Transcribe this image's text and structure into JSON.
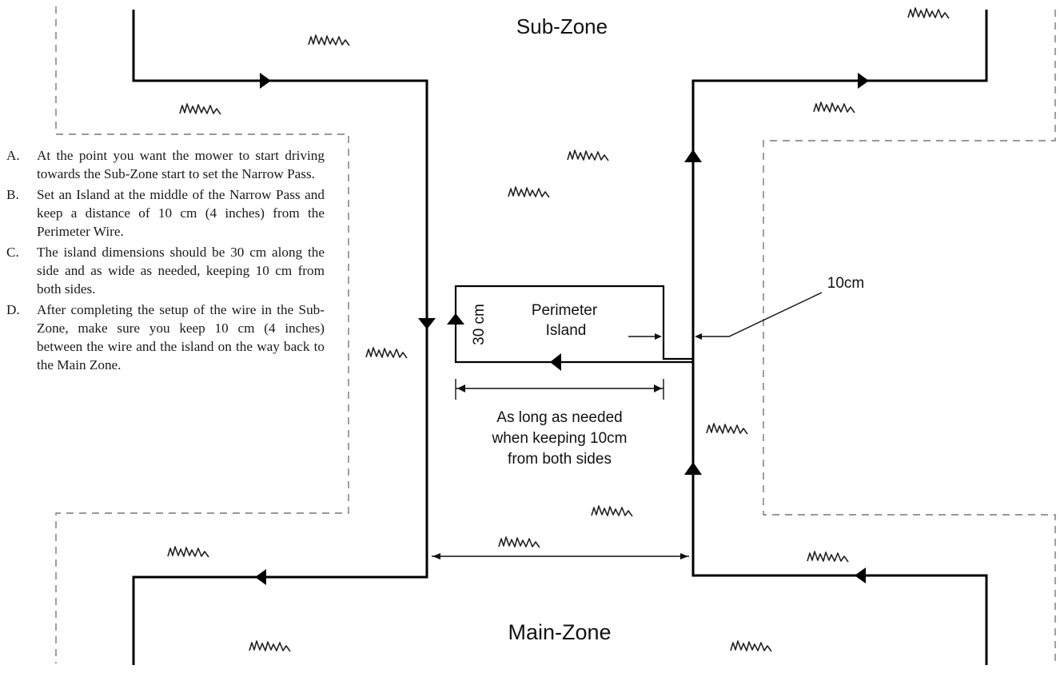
{
  "zones": {
    "sub_zone": "Sub-Zone",
    "main_zone": "Main-Zone"
  },
  "island": {
    "label_line1": "Perimeter",
    "label_line2": "Island",
    "side_dimension": "30 cm"
  },
  "dimensions": {
    "clearance": "10cm",
    "length_line1": "As long as needed",
    "length_line2": "when keeping 10cm",
    "length_line3": "from both sides"
  },
  "instructions": [
    {
      "letter": "A.",
      "text": "At the point you want the mower to start driving towards the Sub-Zone start to set the Narrow Pass."
    },
    {
      "letter": "B.",
      "text": "Set an Island at the middle of the Narrow Pass and keep  a distance of 10 cm (4 inches) from the Perimeter Wire."
    },
    {
      "letter": "C.",
      "text": "The island dimensions should be 30 cm along the side and as wide as needed, keeping 10 cm from both sides."
    },
    {
      "letter": "D.",
      "text": "After completing the setup of the wire in the Sub-Zone, make sure you keep 10 cm (4 inches) between the wire and the island on the way back to the Main Zone."
    }
  ],
  "icons": {
    "grass": "grass-tuft-icon",
    "arrow": "direction-arrow-icon"
  }
}
